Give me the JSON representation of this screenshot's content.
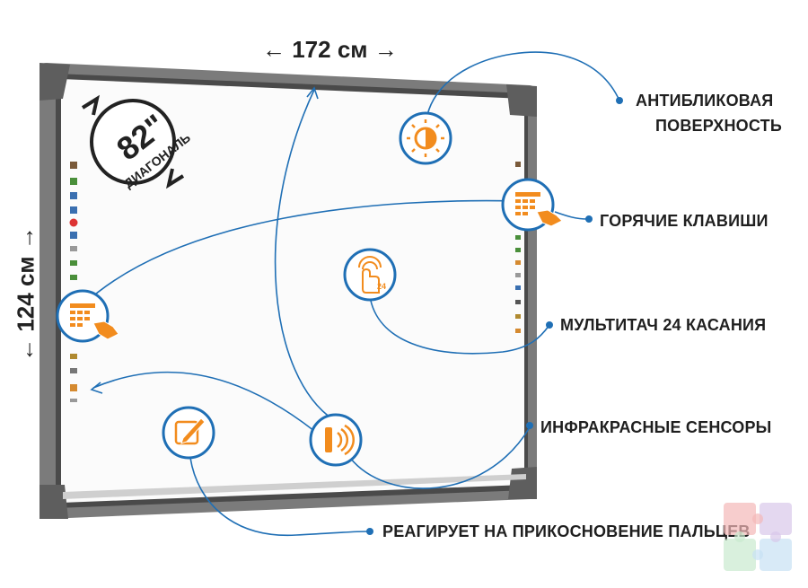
{
  "dimensions": {
    "width_label": "← 172 см →",
    "height_label": "← 124 см →",
    "diagonal_value": "82\"",
    "diagonal_caption": "ДИАГОНАЛЬ"
  },
  "features": [
    {
      "label_line1": "АНТИБЛИКОВАЯ",
      "label_line2": "ПОВЕРХНОСТЬ",
      "icon": "sun-contrast-icon"
    },
    {
      "label_line1": "ГОРЯЧИЕ КЛАВИШИ",
      "icon": "hotkeys-icon"
    },
    {
      "label_line1": "МУЛЬТИТАЧ 24 КАСАНИЯ",
      "icon": "multitouch-icon",
      "badge": "24"
    },
    {
      "label_line1": "ИНФРАКРАСНЫЕ СЕНСОРЫ",
      "icon": "infrared-sensor-icon"
    },
    {
      "label_line1": "РЕАГИРУЕТ НА ПРИКОСНОВЕНИЕ ПАЛЬЦЕВ",
      "icon": "pen-edit-icon"
    }
  ],
  "colors": {
    "accent_orange": "#f28c1e",
    "line_blue": "#1f6fb5",
    "frame_gray": "#6f6f6f",
    "board_white": "#fbfbfb"
  }
}
